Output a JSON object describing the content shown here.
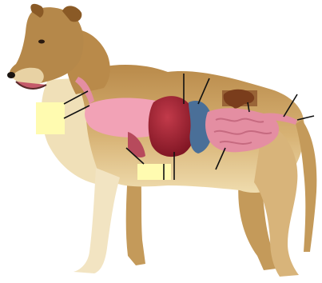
{
  "diagram": {
    "subject": "dog-anatomy-digestive-system",
    "colors": {
      "background": "#ffffff",
      "coat": "#c9a063",
      "coat_light": "#eedcb0",
      "coat_dark": "#8a5a26",
      "lung": "#f2a2b6",
      "heart": "#9b1b2e",
      "stomach": "#4a6f98",
      "intestines": "#e48ea2",
      "kidney": "#7a3d1c",
      "label_box": "#fffbb0",
      "leader_line": "#111111"
    },
    "organs": [
      "esophagus",
      "lung",
      "heart",
      "stomach",
      "liver",
      "intestines",
      "kidney",
      "colon"
    ],
    "label_boxes": [
      "label-box-neck",
      "label-box-chest",
      "label-box-kidney"
    ]
  }
}
